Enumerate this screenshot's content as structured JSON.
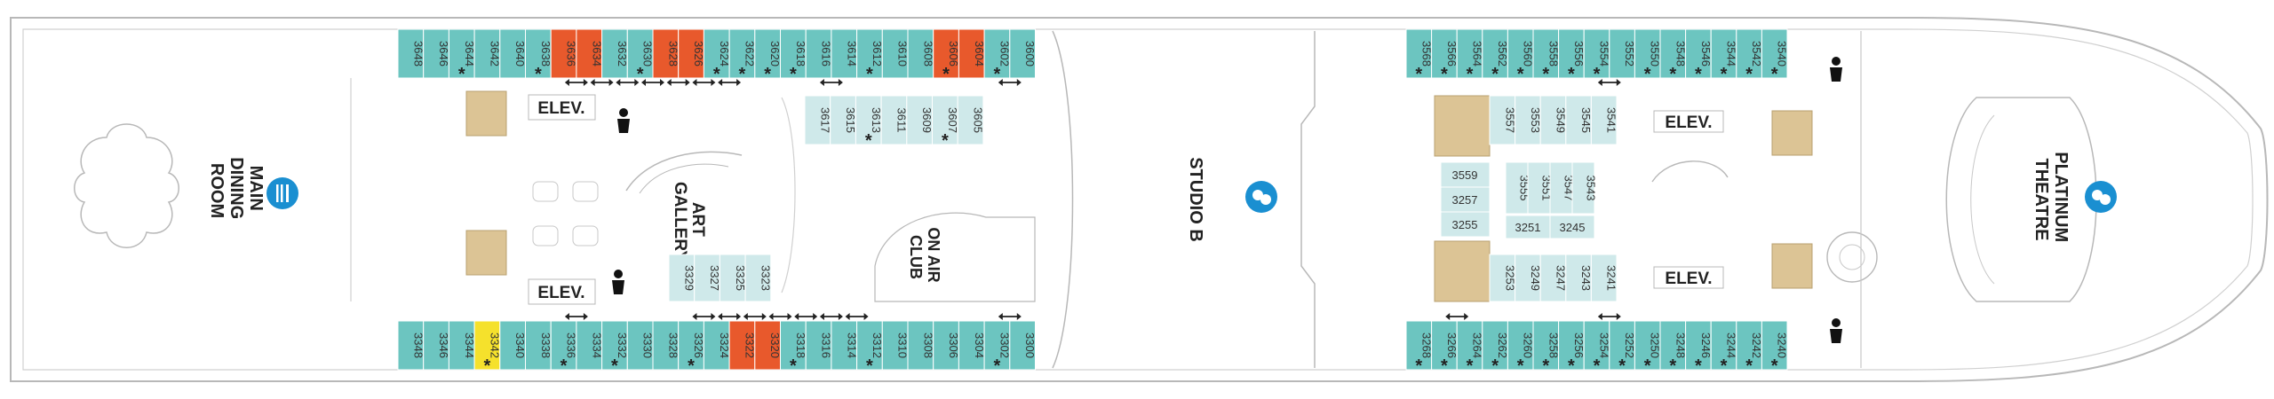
{
  "colors": {
    "standard": "#6cc5c0",
    "inner": "#cfe9ea",
    "suite": "#e8592c",
    "accessible": "#f5e12c",
    "stairs": "#dcc495",
    "venue_icon": "#1a8fd1",
    "outline": "#b8b8b8"
  },
  "venues": {
    "main_dining": [
      "MAIN",
      "DINING",
      "ROOM"
    ],
    "art_gallery": [
      "ART",
      "GALLERY"
    ],
    "on_air_club": [
      "ON AIR",
      "CLUB"
    ],
    "studio_b": "STUDIO B",
    "platinum_theatre": [
      "PLATINUM",
      "THEATRE"
    ]
  },
  "elevator_label": "ELEV.",
  "icons": {
    "venue": "drama-masks-icon",
    "dining": "fork-knife-icon",
    "restroom": "person-icon",
    "connecting": "double-arrow-icon",
    "accessible_marker": "asterisk"
  },
  "legend_marks": {
    "asterisk": "*"
  },
  "cabin_groups": [
    {
      "id": "fwd-port-top",
      "cabins": [
        {
          "n": "3648",
          "t": "std"
        },
        {
          "n": "3646",
          "t": "std"
        },
        {
          "n": "3644",
          "t": "std",
          "a": true
        },
        {
          "n": "3642",
          "t": "std"
        },
        {
          "n": "3640",
          "t": "std"
        },
        {
          "n": "3638",
          "t": "std",
          "a": true
        },
        {
          "n": "3636",
          "t": "suite",
          "c": true
        },
        {
          "n": "3634",
          "t": "suite",
          "c": true
        },
        {
          "n": "3632",
          "t": "std",
          "c": true
        },
        {
          "n": "3630",
          "t": "std",
          "a": true,
          "c": true
        },
        {
          "n": "3628",
          "t": "suite",
          "c": true
        },
        {
          "n": "3626",
          "t": "suite",
          "c": true
        },
        {
          "n": "3624",
          "t": "std",
          "a": true,
          "c": true
        },
        {
          "n": "3622",
          "t": "std",
          "a": true,
          "c": true
        },
        {
          "n": "3620",
          "t": "std",
          "a": true
        },
        {
          "n": "3618",
          "t": "std",
          "a": true
        },
        {
          "n": "3616",
          "t": "std",
          "c": true
        },
        {
          "n": "3614",
          "t": "std",
          "c": true
        },
        {
          "n": "3612",
          "t": "std",
          "a": true
        },
        {
          "n": "3610",
          "t": "std"
        },
        {
          "n": "3608",
          "t": "std"
        },
        {
          "n": "3606",
          "t": "suite",
          "a": true
        },
        {
          "n": "3604",
          "t": "suite"
        },
        {
          "n": "3602",
          "t": "std",
          "a": true,
          "c": true
        },
        {
          "n": "3600",
          "t": "std",
          "c": true
        }
      ]
    },
    {
      "id": "fwd-port-inner",
      "cabins": [
        {
          "n": "3617",
          "t": "in"
        },
        {
          "n": "3615",
          "t": "in"
        },
        {
          "n": "3613",
          "t": "in",
          "a": true
        },
        {
          "n": "3611",
          "t": "in"
        },
        {
          "n": "3609",
          "t": "in"
        },
        {
          "n": "3607",
          "t": "in",
          "a": true
        },
        {
          "n": "3605",
          "t": "in"
        }
      ]
    },
    {
      "id": "fwd-stbd-inner",
      "cabins": [
        {
          "n": "3329",
          "t": "in"
        },
        {
          "n": "3327",
          "t": "in"
        },
        {
          "n": "3325",
          "t": "in"
        },
        {
          "n": "3323",
          "t": "in"
        }
      ]
    },
    {
      "id": "fwd-stbd-bottom",
      "cabins": [
        {
          "n": "3348",
          "t": "std"
        },
        {
          "n": "3346",
          "t": "std"
        },
        {
          "n": "3344",
          "t": "std"
        },
        {
          "n": "3342",
          "t": "acc",
          "a": true
        },
        {
          "n": "3340",
          "t": "std"
        },
        {
          "n": "3338",
          "t": "std"
        },
        {
          "n": "3336",
          "t": "std",
          "a": true,
          "c": true
        },
        {
          "n": "3334",
          "t": "std",
          "c": true
        },
        {
          "n": "3332",
          "t": "std",
          "a": true
        },
        {
          "n": "3330",
          "t": "std"
        },
        {
          "n": "3328",
          "t": "std"
        },
        {
          "n": "3326",
          "t": "std",
          "a": true,
          "c": true
        },
        {
          "n": "3324",
          "t": "std",
          "c": true
        },
        {
          "n": "3322",
          "t": "suite",
          "c": true
        },
        {
          "n": "3320",
          "t": "suite",
          "c": true
        },
        {
          "n": "3318",
          "t": "std",
          "a": true,
          "c": true
        },
        {
          "n": "3316",
          "t": "std",
          "c": true
        },
        {
          "n": "3314",
          "t": "std",
          "c": true
        },
        {
          "n": "3312",
          "t": "std",
          "a": true,
          "c": true
        },
        {
          "n": "3310",
          "t": "std"
        },
        {
          "n": "3308",
          "t": "std"
        },
        {
          "n": "3306",
          "t": "std"
        },
        {
          "n": "3304",
          "t": "std"
        },
        {
          "n": "3302",
          "t": "std",
          "a": true,
          "c": true
        },
        {
          "n": "3300",
          "t": "std",
          "c": true
        }
      ]
    },
    {
      "id": "aft-port-top",
      "cabins": [
        {
          "n": "3568",
          "t": "std",
          "a": true
        },
        {
          "n": "3566",
          "t": "std",
          "a": true
        },
        {
          "n": "3564",
          "t": "std",
          "a": true
        },
        {
          "n": "3562",
          "t": "std",
          "a": true
        },
        {
          "n": "3560",
          "t": "std",
          "a": true
        },
        {
          "n": "3558",
          "t": "std",
          "a": true
        },
        {
          "n": "3556",
          "t": "std",
          "a": true
        },
        {
          "n": "3554",
          "t": "std",
          "a": true,
          "c": true
        },
        {
          "n": "3552",
          "t": "std",
          "c": true
        },
        {
          "n": "3550",
          "t": "std",
          "a": true
        },
        {
          "n": "3548",
          "t": "std",
          "a": true
        },
        {
          "n": "3546",
          "t": "std",
          "a": true
        },
        {
          "n": "3544",
          "t": "std",
          "a": true
        },
        {
          "n": "3542",
          "t": "std",
          "a": true
        },
        {
          "n": "3540",
          "t": "std",
          "a": true
        }
      ]
    },
    {
      "id": "aft-port-inner",
      "cabins": [
        {
          "n": "3557",
          "t": "in"
        },
        {
          "n": "3553",
          "t": "in"
        },
        {
          "n": "3549",
          "t": "in"
        },
        {
          "n": "3545",
          "t": "in"
        },
        {
          "n": "3541",
          "t": "in"
        }
      ]
    },
    {
      "id": "aft-mid-inner",
      "cabins": [
        {
          "n": "3555",
          "t": "in"
        },
        {
          "n": "3551",
          "t": "in"
        },
        {
          "n": "3547",
          "t": "in"
        },
        {
          "n": "3543",
          "t": "in"
        }
      ]
    },
    {
      "id": "aft-stbd-inner",
      "cabins": [
        {
          "n": "3253",
          "t": "in"
        },
        {
          "n": "3249",
          "t": "in"
        },
        {
          "n": "3247",
          "t": "in"
        },
        {
          "n": "3243",
          "t": "in"
        },
        {
          "n": "3241",
          "t": "in"
        }
      ]
    },
    {
      "id": "aft-stbd-bottom",
      "cabins": [
        {
          "n": "3268",
          "t": "std",
          "a": true
        },
        {
          "n": "3266",
          "t": "std",
          "a": true,
          "c": true
        },
        {
          "n": "3264",
          "t": "std",
          "a": true,
          "c": true
        },
        {
          "n": "3262",
          "t": "std",
          "a": true
        },
        {
          "n": "3260",
          "t": "std",
          "a": true
        },
        {
          "n": "3258",
          "t": "std",
          "a": true
        },
        {
          "n": "3256",
          "t": "std",
          "a": true
        },
        {
          "n": "3254",
          "t": "std",
          "a": true,
          "c": true
        },
        {
          "n": "3252",
          "t": "std",
          "a": true,
          "c": true
        },
        {
          "n": "3250",
          "t": "std",
          "a": true
        },
        {
          "n": "3248",
          "t": "std",
          "a": true
        },
        {
          "n": "3246",
          "t": "std",
          "a": true
        },
        {
          "n": "3244",
          "t": "std",
          "a": true
        },
        {
          "n": "3242",
          "t": "std",
          "a": true
        },
        {
          "n": "3240",
          "t": "std",
          "a": true
        }
      ]
    }
  ],
  "horizontal_cabins": {
    "left": [
      "3559",
      "3257",
      "3255"
    ],
    "right": [
      "3251",
      "3245"
    ]
  }
}
